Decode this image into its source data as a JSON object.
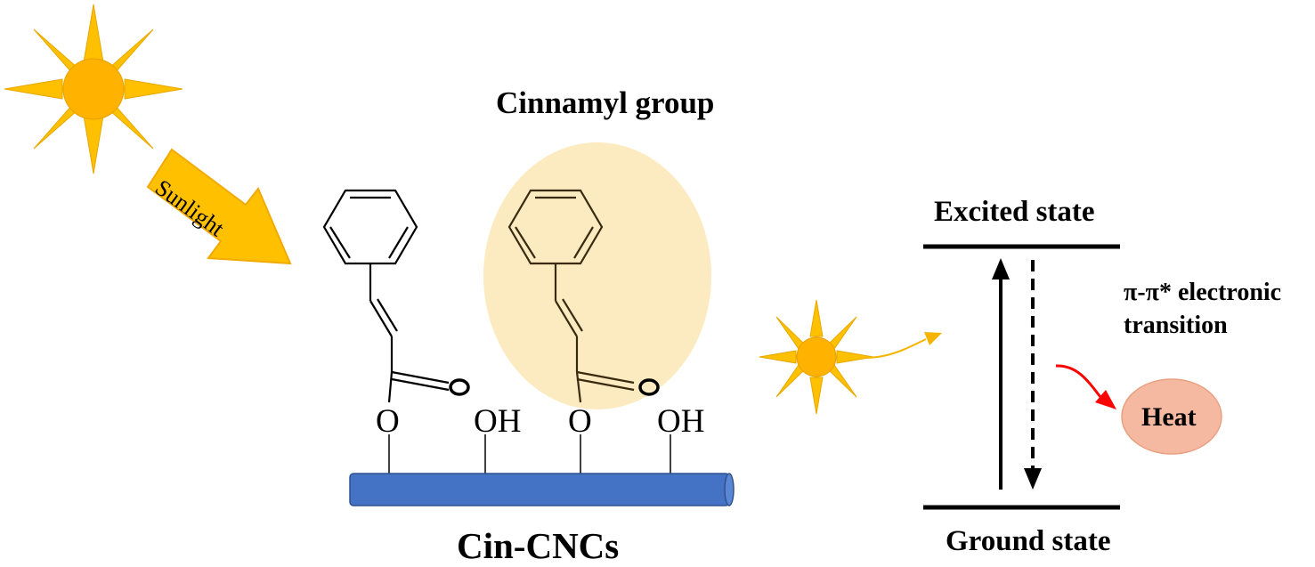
{
  "labels": {
    "sunlight": "Sunlight",
    "cinnamyl_group": "Cinnamyl group",
    "oxygen_1": "O",
    "oxygen_2": "O",
    "hydroxyl_1": "OH",
    "hydroxyl_2": "OH",
    "cnc_name": "Cin-CNCs",
    "excited_state": "Excited state",
    "ground_state": "Ground state",
    "transition_line1": "π-π* electronic",
    "transition_line2": "transition",
    "heat": "Heat"
  },
  "colors": {
    "sun": "#FFC000",
    "sun_center": "#FFB000",
    "sunlight_arrow": "#FFC000",
    "cinnamyl_highlight": "#FCEBC0",
    "cellulose_rod": "#4472C4",
    "heat_bubble": "#F4B9A0",
    "heat_arrow": "#FF0000"
  },
  "icons": [
    "sun-icon",
    "small-sun-icon",
    "sunlight-arrow",
    "heat-arrow"
  ]
}
